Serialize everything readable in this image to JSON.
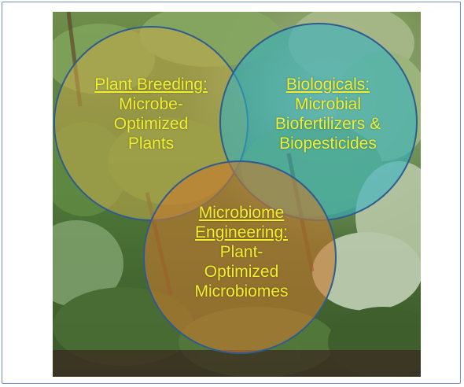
{
  "circles": [
    {
      "id": "plant-breeding",
      "heading": "Plant Breeding:",
      "lines": [
        "Microbe-",
        "Optimized",
        "Plants"
      ],
      "fill": "#c7a94a"
    },
    {
      "id": "biologicals",
      "heading": "Biologicals:",
      "lines": [
        "Microbial",
        "Biofertilizers &",
        "Biopesticides"
      ],
      "fill": "#2ab3c9"
    },
    {
      "id": "microbiome-engineering",
      "heading": "Microbiome",
      "heading2": "Engineering:",
      "lines": [
        "Plant-",
        "Optimized",
        "Microbiomes"
      ],
      "fill": "#c8792e"
    }
  ],
  "colors": {
    "text": "#f2ef2e",
    "outline": "#2f5c8f",
    "frame": "#6f8fc4"
  }
}
